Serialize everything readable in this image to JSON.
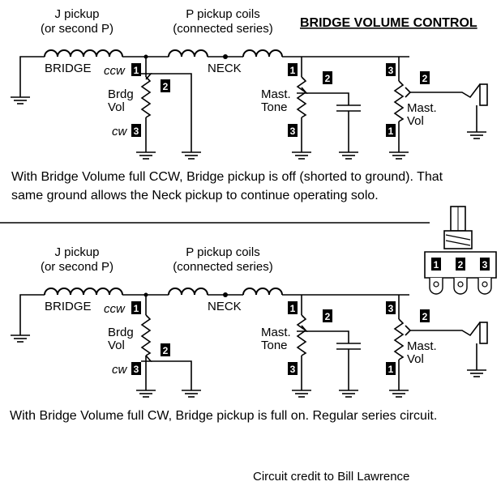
{
  "title": "BRIDGE VOLUME CONTROL",
  "credit": "Circuit credit to Bill Lawrence",
  "top": {
    "j_pickup_line1": "J pickup",
    "j_pickup_line2": "(or second P)",
    "p_coils_line1": "P pickup coils",
    "p_coils_line2": "(connected series)",
    "bridge": "BRIDGE",
    "neck": "NECK",
    "ccw": "ccw",
    "cw": "cw",
    "brdg_line1": "Brdg",
    "brdg_line2": "Vol",
    "tone_line1": "Mast.",
    "tone_line2": "Tone",
    "vol_line1": "Mast.",
    "vol_line2": "Vol",
    "pin1": "1",
    "pin2": "2",
    "pin3": "3",
    "caption_line1": "With Bridge Volume full CCW, Bridge pickup is off (shorted to ground). That",
    "caption_line2": "same ground allows the Neck pickup to continue operating solo."
  },
  "bottom": {
    "j_pickup_line1": "J pickup",
    "j_pickup_line2": "(or second P)",
    "p_coils_line1": "P pickup coils",
    "p_coils_line2": "(connected series)",
    "bridge": "BRIDGE",
    "neck": "NECK",
    "ccw": "ccw",
    "cw": "cw",
    "brdg_line1": "Brdg",
    "brdg_line2": "Vol",
    "tone_line1": "Mast.",
    "tone_line2": "Tone",
    "vol_line1": "Mast.",
    "vol_line2": "Vol",
    "pin1": "1",
    "pin2": "2",
    "pin3": "3",
    "caption": "With Bridge Volume full CW,   Bridge pickup is full on.  Regular series circuit."
  },
  "pot_legend": {
    "pin1": "1",
    "pin2": "2",
    "pin3": "3"
  }
}
